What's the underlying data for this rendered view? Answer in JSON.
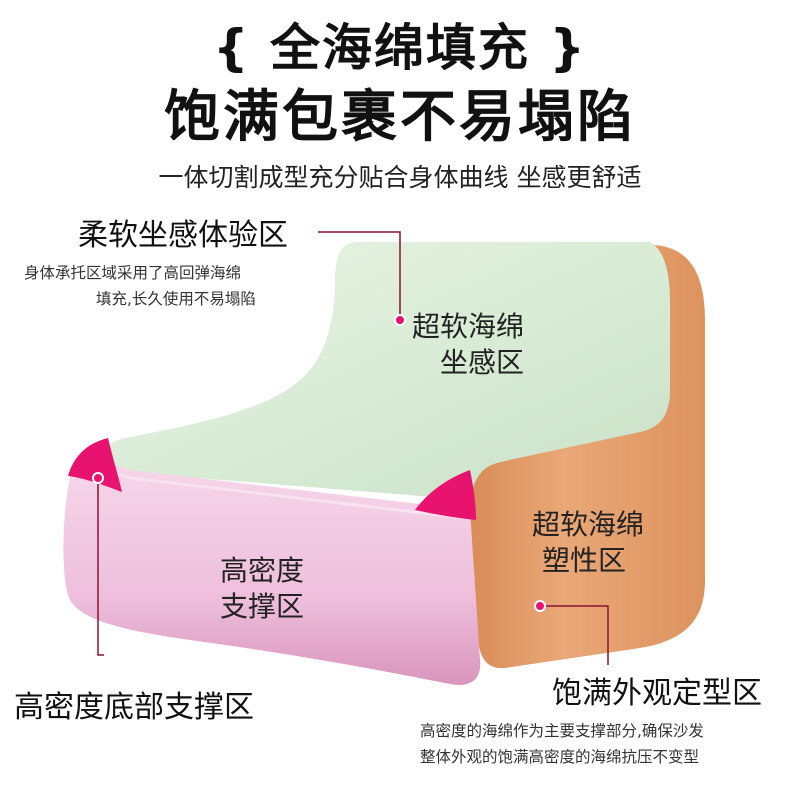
{
  "headline": {
    "line1": "{ 全海绵填充 }",
    "line2": "饱满包裹不易塌陷",
    "subtitle": "一体切割成型充分贴合身体曲线 坐感更舒适"
  },
  "callouts": {
    "soft_seat": {
      "title": "柔软坐感体验区",
      "desc_line1": "身体承托区域采用了高回弹海绵",
      "desc_line2": "填充,长久使用不易塌陷"
    },
    "base_support": {
      "title": "高密度底部支撑区"
    },
    "full_shape": {
      "title": "饱满外观定型区",
      "desc_line1": "高密度的海绵作为主要支撑部分,确保沙发",
      "desc_line2": "整体外观的饱满高密度的海绵抗压不变型"
    }
  },
  "zones": {
    "seat": {
      "line1": "超软海绵",
      "line2": "坐感区"
    },
    "side": {
      "line1": "超软海绵",
      "line2": "塑性区"
    },
    "front": {
      "line1": "高密度",
      "line2": "支撑区"
    }
  },
  "colors": {
    "seat_green": "#dcecd9",
    "side_orange": "#e7a371",
    "front_pink": "#edbedb",
    "accent_magenta": "#e8136f",
    "leader_line": "#8a1230"
  }
}
